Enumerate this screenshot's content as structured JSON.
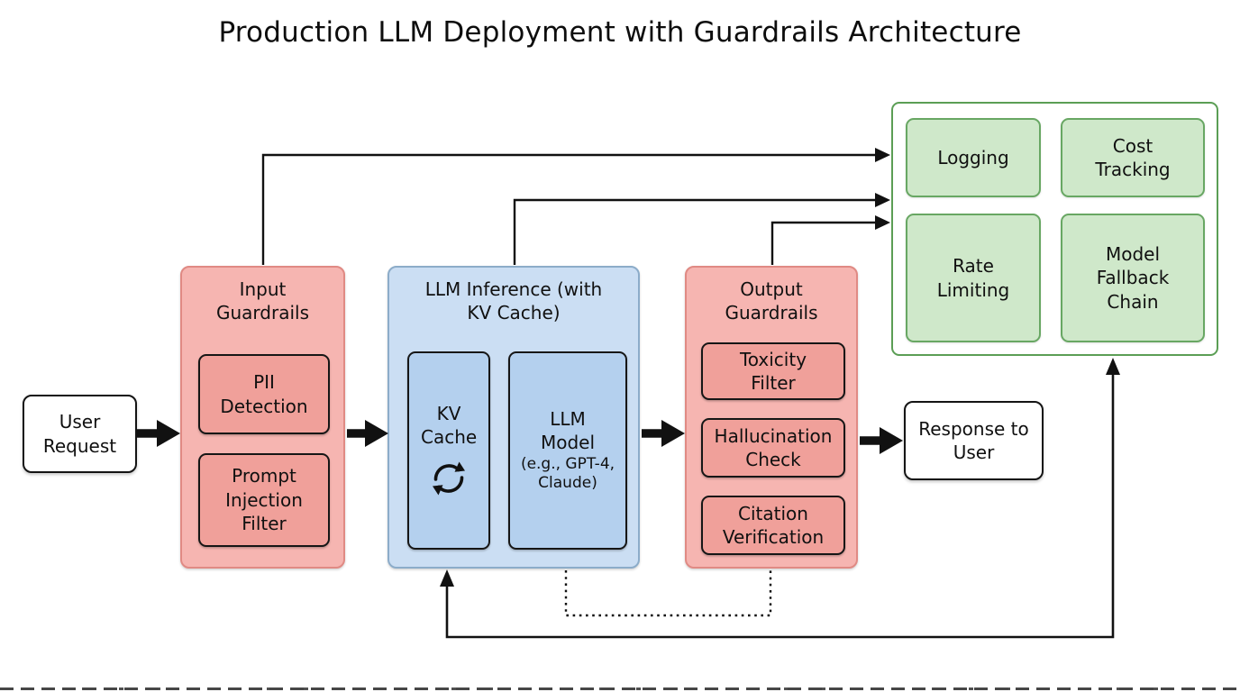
{
  "title": "Production LLM Deployment with Guardrails Architecture",
  "nodes": {
    "user_request": {
      "label": "User Request"
    },
    "input_guardrails": {
      "title": "Input Guardrails",
      "items": [
        {
          "label": "PII Detection"
        },
        {
          "label": "Prompt Injection Filter"
        }
      ]
    },
    "llm_inference": {
      "title": "LLM Inference (with KV Cache)",
      "kv_cache": {
        "label": "KV Cache",
        "icon": "refresh-cycle-icon"
      },
      "llm_model": {
        "label": "LLM Model",
        "sublabel": "(e.g., GPT-4, Claude)"
      }
    },
    "output_guardrails": {
      "title": "Output Guardrails",
      "items": [
        {
          "label": "Toxicity Filter"
        },
        {
          "label": "Hallucination Check"
        },
        {
          "label": "Citation Verification"
        }
      ]
    },
    "response": {
      "label": "Response to User"
    },
    "monitoring": {
      "items": [
        {
          "label": "Logging"
        },
        {
          "label": "Cost Tracking"
        },
        {
          "label": "Rate Limiting"
        },
        {
          "label": "Model Fallback Chain"
        }
      ]
    }
  },
  "colors": {
    "guardrails_fill": "#f6b5b1",
    "guardrails_border": "#e08a84",
    "guardrails_sub_fill": "#f0a09a",
    "inference_fill": "#cbdef3",
    "inference_border": "#8cacc9",
    "inference_sub_fill": "#b4d0ee",
    "monitoring_border": "#5b9e55",
    "monitoring_box_fill": "#cfe8ca",
    "monitoring_box_border": "#68a763",
    "arrow": "#111111",
    "background": "#ffffff"
  }
}
